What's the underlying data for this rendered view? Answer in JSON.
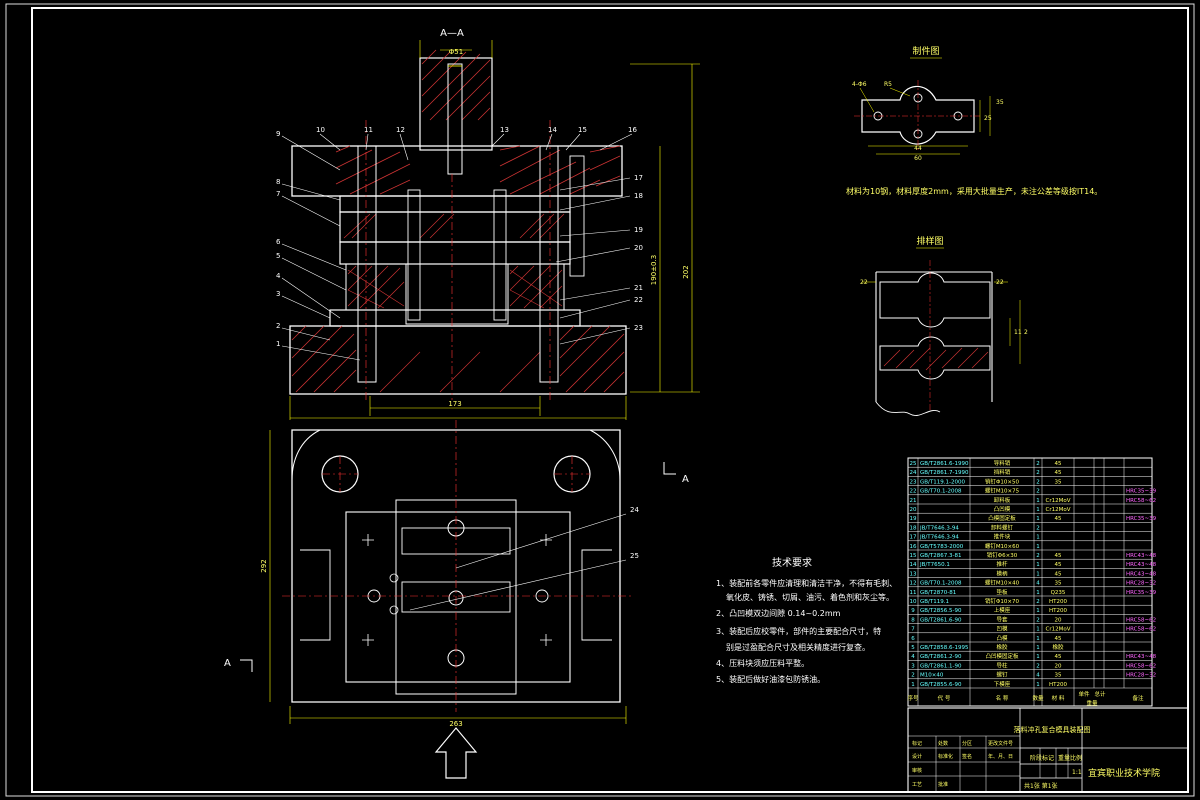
{
  "drawing": {
    "section_label": "A—A",
    "view_marker_right": "A",
    "view_marker_left": "A",
    "dims_main": {
      "top_width": "Φ51",
      "overall_height": "202",
      "closed_height": "190±0.3",
      "bottom_width": "173",
      "plan_width": "263",
      "plan_height": "292"
    },
    "part_callouts_left": [
      "9",
      "8",
      "7",
      "6",
      "5",
      "4",
      "3",
      "2",
      "1"
    ],
    "part_callouts_top": [
      "10",
      "11",
      "12",
      "13",
      "14",
      "15",
      "16"
    ],
    "part_callouts_right": [
      "17",
      "18",
      "19",
      "20",
      "21",
      "22",
      "23"
    ],
    "part_callouts_plan": [
      "24",
      "25"
    ]
  },
  "blank_view": {
    "title": "制件图",
    "dims": [
      "4-Φ6",
      "R5",
      "35",
      "25",
      "44",
      "60"
    ],
    "note": "材料为10钢，材料厚度2mm，采用大批量生产，未注公差等级按IT14。"
  },
  "strip_view": {
    "title": "排样图",
    "dims": [
      "22",
      "22",
      "11",
      "2"
    ]
  },
  "tech_req": {
    "title": "技术要求",
    "items": [
      "1、装配前各零件应清理和清洁干净，不得有毛刺、",
      "氧化皮、铸锈、切屑、油污、着色剂和灰尘等。",
      "2、凸凹模双边间隙  0.14~0.2mm",
      "3、装配后应校零件，部件的主要配合尺寸，特",
      "别是过盈配合尺寸及相关精度进行复查。",
      "4、压料块须应压料平整。",
      "5、装配后做好油漆包防锈油。"
    ]
  },
  "bom": {
    "rows": [
      {
        "no": "25",
        "code": "GB/T2861.6-1990",
        "name": "导料销",
        "qty": "2",
        "mat": "45",
        "note": ""
      },
      {
        "no": "24",
        "code": "GB/T2861.7-1990",
        "name": "挡料销",
        "qty": "2",
        "mat": "45",
        "note": ""
      },
      {
        "no": "23",
        "code": "GB/T119.1-2000",
        "name": "销钉Φ10×50",
        "qty": "2",
        "mat": "35",
        "note": ""
      },
      {
        "no": "22",
        "code": "GB/T70.1-2008",
        "name": "螺钉M10×75",
        "qty": "2",
        "mat": "",
        "note": "HRC35~39"
      },
      {
        "no": "21",
        "code": "",
        "name": "卸料板",
        "qty": "1",
        "mat": "Cr12MoV",
        "note": "HRC58~62"
      },
      {
        "no": "20",
        "code": "",
        "name": "凸凹模",
        "qty": "1",
        "mat": "Cr12MoV",
        "note": ""
      },
      {
        "no": "19",
        "code": "",
        "name": "凸模固定板",
        "qty": "1",
        "mat": "45",
        "note": "HRC35~39"
      },
      {
        "no": "18",
        "code": "JB/T7646.3-94",
        "name": "卸料螺钉",
        "qty": "2",
        "mat": "",
        "note": ""
      },
      {
        "no": "17",
        "code": "JB/T7646.3-94",
        "name": "推件块",
        "qty": "1",
        "mat": "",
        "note": ""
      },
      {
        "no": "16",
        "code": "GB/T5783-2000",
        "name": "螺钉M10×60",
        "qty": "1",
        "mat": "",
        "note": ""
      },
      {
        "no": "15",
        "code": "GB/T2867.3-81",
        "name": "销钉Φ6×30",
        "qty": "2",
        "mat": "45",
        "note": "HRC43~48"
      },
      {
        "no": "14",
        "code": "JB/T7650.1",
        "name": "推杆",
        "qty": "1",
        "mat": "45",
        "note": "HRC43~48"
      },
      {
        "no": "13",
        "code": "",
        "name": "模柄",
        "qty": "1",
        "mat": "45",
        "note": "HRC43~48"
      },
      {
        "no": "12",
        "code": "GB/T70.1-2008",
        "name": "螺钉M10×40",
        "qty": "4",
        "mat": "35",
        "note": "HRC28~32"
      },
      {
        "no": "11",
        "code": "GB/T2870-81",
        "name": "垫板",
        "qty": "1",
        "mat": "Q235",
        "note": "HRC35~39"
      },
      {
        "no": "10",
        "code": "GB/T119.1",
        "name": "销钉Φ10×70",
        "qty": "2",
        "mat": "HT200",
        "note": ""
      },
      {
        "no": "9",
        "code": "GB/T2856.5-90",
        "name": "上模座",
        "qty": "1",
        "mat": "HT200",
        "note": ""
      },
      {
        "no": "8",
        "code": "GB/T2861.6-90",
        "name": "导套",
        "qty": "2",
        "mat": "20",
        "note": "HRC58~62"
      },
      {
        "no": "7",
        "code": "",
        "name": "凹模",
        "qty": "1",
        "mat": "Cr12MoV",
        "note": "HRC58~62"
      },
      {
        "no": "6",
        "code": "",
        "name": "凸模",
        "qty": "1",
        "mat": "45",
        "note": ""
      },
      {
        "no": "5",
        "code": "GB/T2858.6-1995",
        "name": "橡胶",
        "qty": "1",
        "mat": "橡胶",
        "note": ""
      },
      {
        "no": "4",
        "code": "GB/T2861.2-90",
        "name": "凸凹模固定板",
        "qty": "1",
        "mat": "45",
        "note": "HRC43~48"
      },
      {
        "no": "3",
        "code": "GB/T2861.1-90",
        "name": "导柱",
        "qty": "2",
        "mat": "20",
        "note": "HRC58~62"
      },
      {
        "no": "2",
        "code": "M10×40",
        "name": "螺钉",
        "qty": "4",
        "mat": "35",
        "note": "HRC28~32"
      },
      {
        "no": "1",
        "code": "GB/T2855.6-90",
        "name": "下模座",
        "qty": "1",
        "mat": "HT200",
        "note": ""
      }
    ],
    "header": {
      "no": "序号",
      "code": "代  号",
      "name": "名  称",
      "qty": "数量",
      "mat": "材  料",
      "unit_wt": "单件",
      "total_wt": "总计",
      "weight": "重量",
      "note": "备注"
    }
  },
  "title_block": {
    "drawing_name": "落料冲孔复合模具装配图",
    "stage_label": "阶段标记",
    "weight_label": "重量",
    "scale_label": "比例",
    "scale": "1:1",
    "sheet": "共1张  第1张",
    "school": "宜宾职业技术学院",
    "rows_left": [
      "标记",
      "设计",
      "审核",
      "工艺"
    ],
    "rows_mid": [
      "处数",
      "标准化",
      "",
      "批准"
    ],
    "rows_right": [
      "分区",
      "更改文件号",
      "签名",
      "年、月、日"
    ]
  }
}
